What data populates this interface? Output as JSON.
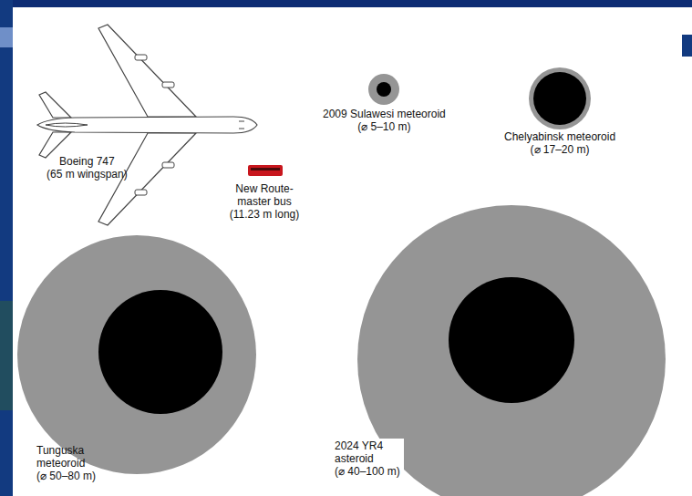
{
  "diagram": {
    "nodes": [
      {
        "text": [
          "Boeing 747 (65 m wingspan)"
        ]
      },
      {
        "text": [
          "2009 Sulawesi meteoroid (⌀ 5–10 m)"
        ]
      },
      {
        "text": [
          "Chelyabinsk meteoroid (⌀ 17–20 m)"
        ]
      },
      {
        "text": [
          "New Route- master bus (11.23 m long)"
        ]
      },
      {
        "text": [
          "Tunguska meteoroid (⌀ 50–80 m)"
        ]
      },
      {
        "text": [
          "2024 YR4 asteroid (⌀ 40–100 m)"
        ]
      }
    ]
  }
}
